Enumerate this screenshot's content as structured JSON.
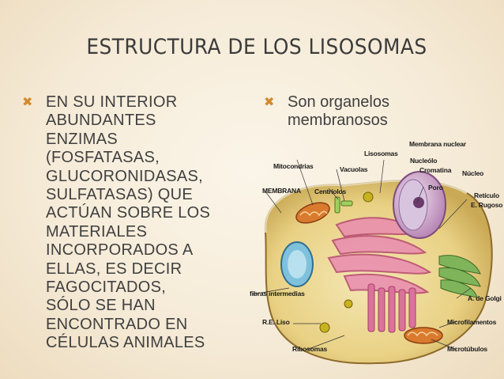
{
  "slide": {
    "title": "ESTRUCTURA DE LOS LISOSOMAS",
    "left_bullet": "EN SU INTERIOR\nABUNDANTES\nENZIMAS\n(FOSFATASAS,\nGLUCORONIDASAS,\nSULFATASAS) QUE\nACTÚAN SOBRE LOS\nMATERIALES\nINCORPORADOS A\nELLAS, ES DECIR\nFAGOCITADOS,\nSÓLO SE HAN\nENCONTRADO EN\nCÉLULAS ANIMALES",
    "right_bullet": "Son organelos\nmembranosos",
    "bullet_icon": "x-bullet-icon",
    "accent_color": "#d08a2e"
  },
  "figure": {
    "labels": {
      "membrana_nuclear": "Membrana nuclear",
      "lisosomas": "Lisosomas",
      "mitocondrias": "Mitocondrias",
      "vacuolas": "Vacuolas",
      "nucleolo": "Nucleólo",
      "cromatina": "Cromatina",
      "nucleo": "Núcleo",
      "membrana": "MEMBRANA",
      "centriolos": "Centríolos",
      "poro": "Poro",
      "reticulo": "Retículo",
      "e_rugoso": "E. Rugoso",
      "fibras": "fibras intermedias",
      "golgi": "A. de Golgi",
      "re_liso": "R.E. Liso",
      "microfilamentos": "Microfilamentos",
      "ribosomas": "Ribosomas",
      "microtubulos": "Microtúbulos"
    }
  }
}
